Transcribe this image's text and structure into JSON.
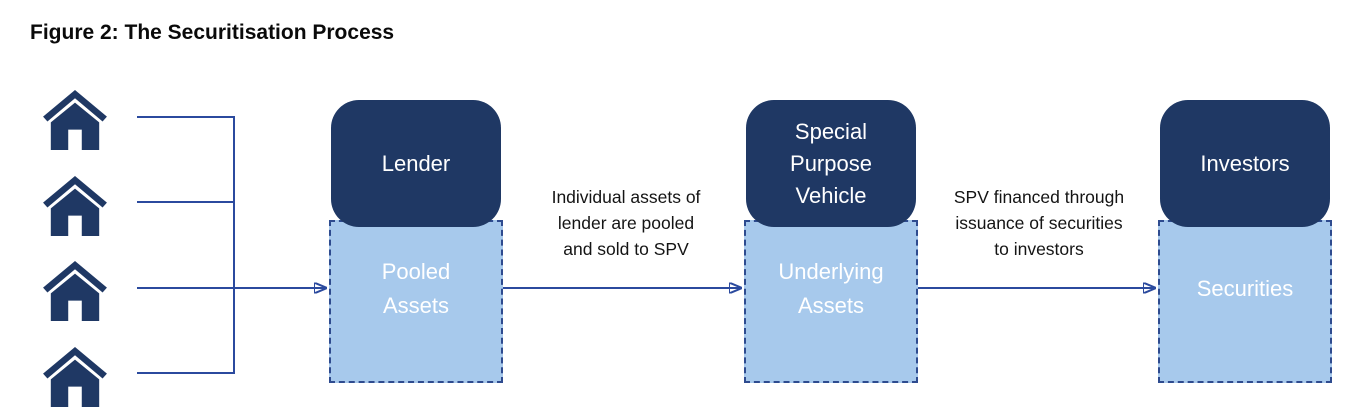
{
  "title": "Figure 2: The Securitisation Process",
  "colors": {
    "dark_navy": "#1F3864",
    "light_blue": "#A7C9EC",
    "line_blue": "#2B4A9E",
    "dashed_border": "#2E4B8F",
    "annotation_text": "#141414",
    "label_text": "#FFFFFF",
    "background": "#FFFFFF"
  },
  "houses": {
    "count": 4,
    "icon": "house-icon"
  },
  "flow": {
    "nodes": [
      {
        "id": "lender",
        "top_label": "Lender",
        "top_lines": [
          "Lender"
        ],
        "bottom_label": "Pooled Assets",
        "bottom_lines": [
          "Pooled",
          "Assets"
        ]
      },
      {
        "id": "spv",
        "top_label": "Special Purpose Vehicle",
        "top_lines": [
          "Special",
          "Purpose",
          "Vehicle"
        ],
        "bottom_label": "Underlying Assets",
        "bottom_lines": [
          "Underlying",
          "Assets"
        ]
      },
      {
        "id": "investors",
        "top_label": "Investors",
        "top_lines": [
          "Investors"
        ],
        "bottom_label": "Securities",
        "bottom_lines": [
          "Securities"
        ]
      }
    ],
    "arrows": [
      {
        "from": "houses",
        "to": "lender",
        "label": "",
        "label_lines": []
      },
      {
        "from": "lender",
        "to": "spv",
        "label": "Individual assets of lender are pooled and sold to SPV",
        "label_lines": [
          "Individual assets of",
          "lender are pooled",
          "and sold to SPV"
        ]
      },
      {
        "from": "spv",
        "to": "investors",
        "label": "SPV financed through issuance of securities to investors",
        "label_lines": [
          "SPV financed through",
          "issuance of securities",
          "to investors"
        ]
      }
    ]
  }
}
